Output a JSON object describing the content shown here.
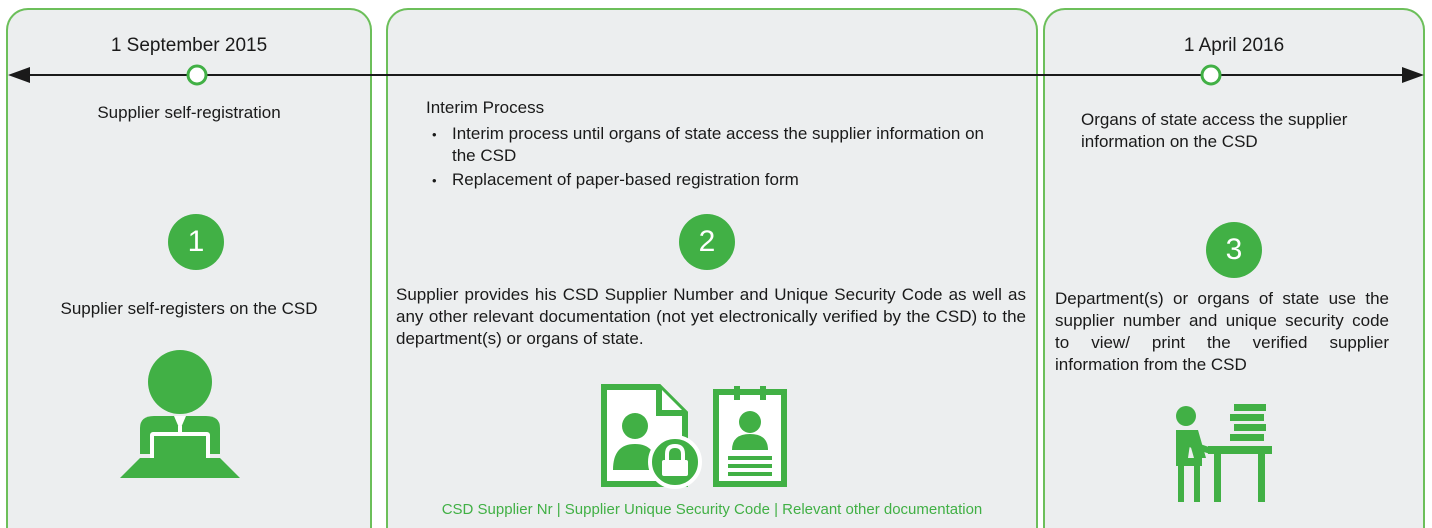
{
  "colors": {
    "accent": "#41b045",
    "border": "#6cbf5a",
    "panel": "#eceeef",
    "line": "#1a1a1a"
  },
  "stages": [
    {
      "date": "1 September 2015",
      "subtitle": "Supplier self-registration",
      "number": "1",
      "description": "Supplier self-registers on the CSD",
      "icon": "person-at-laptop-icon"
    },
    {
      "date": "",
      "subtitle": "Interim Process",
      "bullets": [
        "Interim process until organs of state access the supplier information on the CSD",
        "Replacement of paper-based registration form"
      ],
      "number": "2",
      "description": "Supplier provides his CSD Supplier Number and Unique Security Code as well as any  other relevant documentation (not yet electronically verified by the CSD) to the department(s) or organs of state.",
      "icons": [
        "locked-document-icon",
        "id-card-document-icon"
      ],
      "caption": "CSD Supplier Nr  | Supplier Unique Security Code | Relevant other documentation"
    },
    {
      "date": "1 April 2016",
      "subtitle": "Organs of state access the supplier information on the CSD",
      "number": "3",
      "description": "Department(s) or organs of state use the supplier number and unique security code to view/ print the verified supplier information from the CSD",
      "icon": "person-at-desk-with-files-icon"
    }
  ]
}
